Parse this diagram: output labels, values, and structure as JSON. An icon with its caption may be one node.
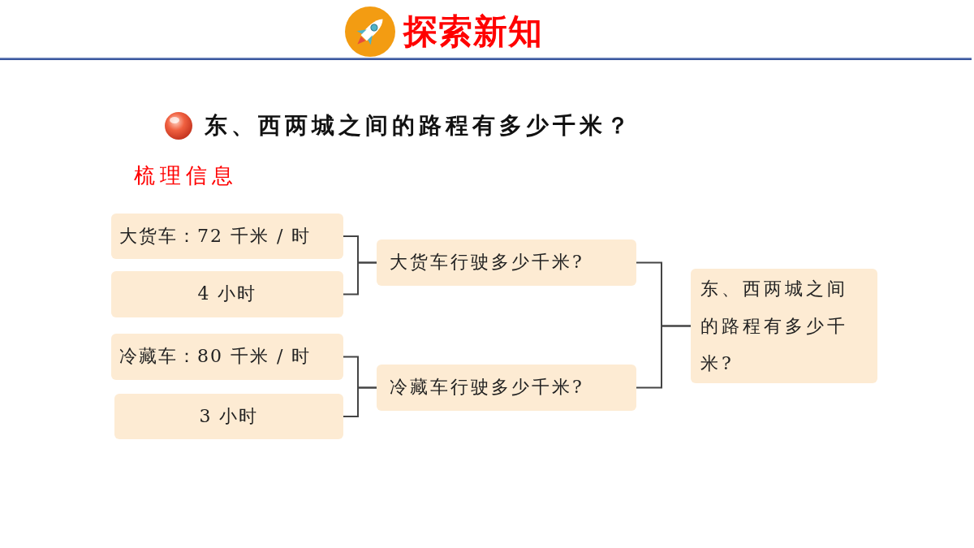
{
  "diagram": {
    "title": "探索新知",
    "nodes": [
      {
        "text": [
          "大货车：72 千米 / 时"
        ]
      },
      {
        "text": [
          "4 小时"
        ]
      },
      {
        "text": [
          "大货车行驶多少千米?"
        ]
      },
      {
        "text": [
          "冷藏车：80 千米 / 时"
        ]
      },
      {
        "text": [
          "3 小时"
        ]
      },
      {
        "text": [
          "冷藏车行驶多少千米?"
        ]
      },
      {
        "text": [
          "东、西两城之间的路程有多少千米?"
        ]
      }
    ],
    "edges": [
      {
        "from": 0,
        "to": 2,
        "arrow": "none"
      },
      {
        "from": 1,
        "to": 2,
        "arrow": "none"
      },
      {
        "from": 3,
        "to": 5,
        "arrow": "none"
      },
      {
        "from": 4,
        "to": 5,
        "arrow": "none"
      },
      {
        "from": 2,
        "to": 6,
        "arrow": "none"
      },
      {
        "from": 5,
        "to": 6,
        "arrow": "none"
      }
    ],
    "labels": [
      "东、西两城之间的路程有多少千米？",
      "梳理信息"
    ]
  }
}
